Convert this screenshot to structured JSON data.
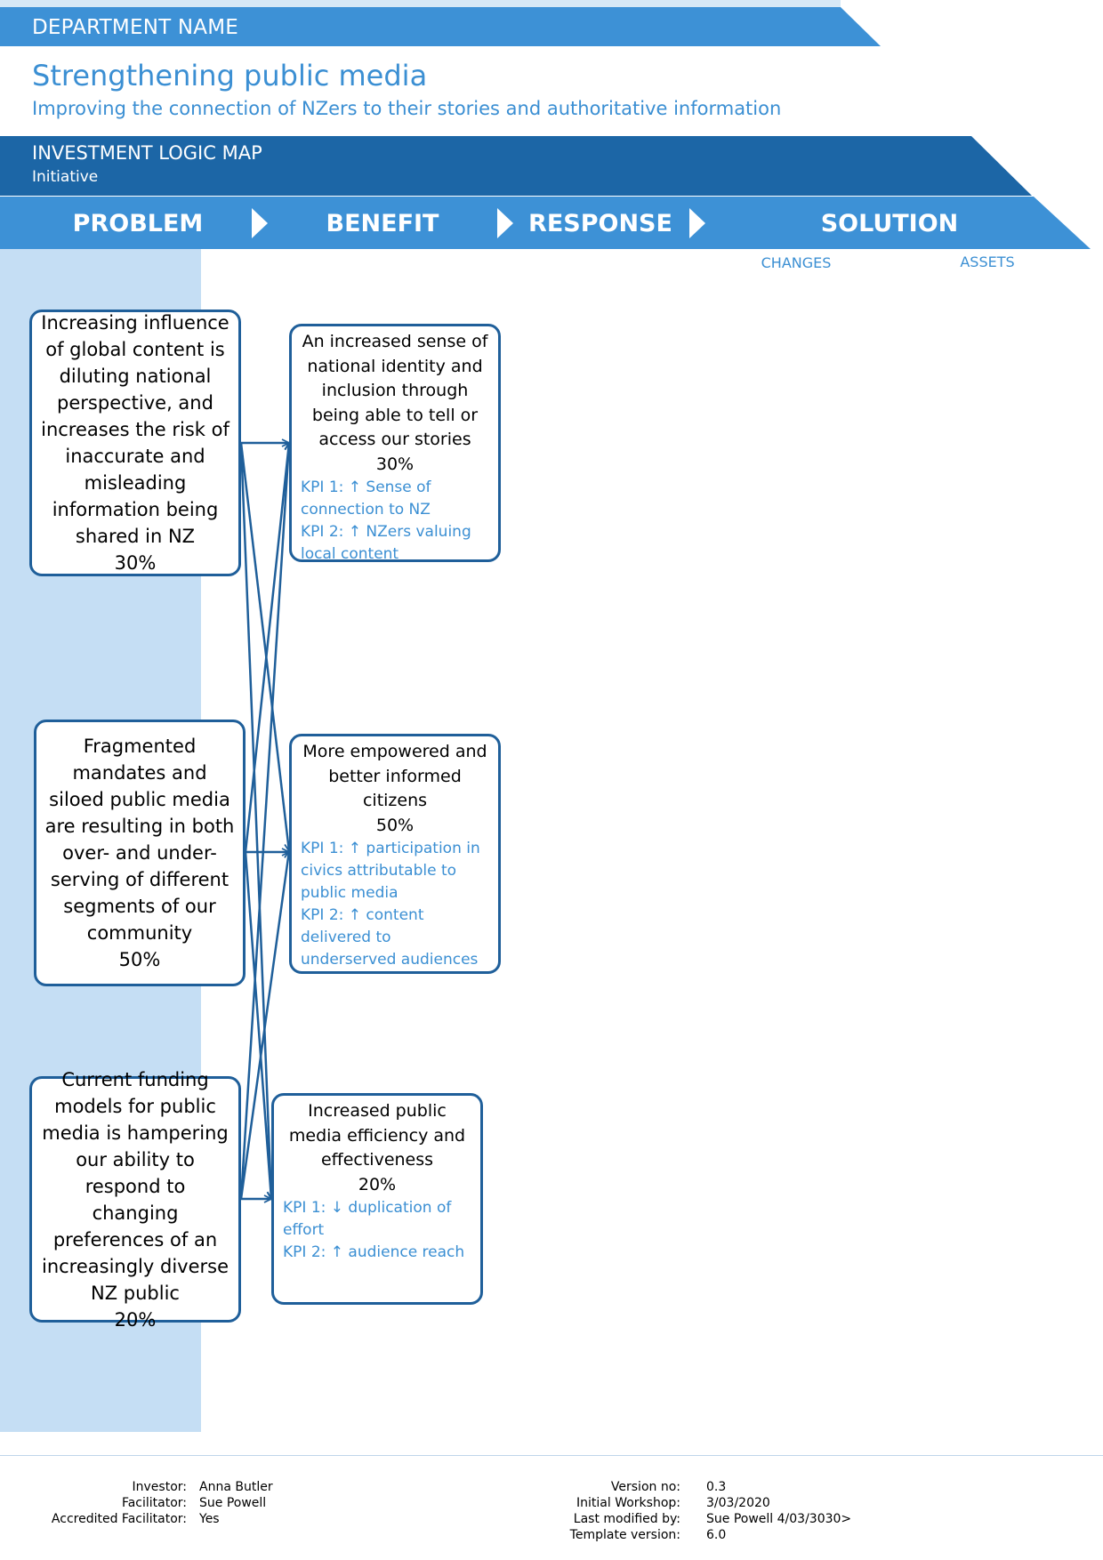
{
  "header": {
    "department": "DEPARTMENT NAME",
    "title": "Strengthening public media",
    "subtitle": "Improving the connection of NZers to their stories and authoritative information"
  },
  "ilm": {
    "label": "INVESTMENT LOGIC MAP",
    "sublabel": "Initiative"
  },
  "stages": {
    "problem": "PROBLEM",
    "benefit": "BENEFIT",
    "response": "RESPONSE",
    "solution": "SOLUTION",
    "changes": "CHANGES",
    "assets": "ASSETS"
  },
  "problems": [
    {
      "text": "Increasing influence of global content is diluting national perspective, and increases the risk of inaccurate and misleading information being shared in NZ",
      "weight": "30%"
    },
    {
      "text": "Fragmented mandates and siloed public media are resulting in both over- and under- serving of different segments of our community",
      "weight": "50%"
    },
    {
      "text": "Current funding models for public media is hampering our ability to respond to changing preferences of an increasingly diverse NZ public",
      "weight": "20%"
    }
  ],
  "benefits": [
    {
      "text": "An increased sense of national identity and inclusion through being able to tell or access our stories",
      "weight": "30%",
      "kpis": [
        "KPI 1: ↑ Sense of connection to NZ",
        "KPI 2: ↑ NZers valuing local content"
      ]
    },
    {
      "text": "More empowered and better informed citizens",
      "weight": "50%",
      "kpis": [
        "KPI 1: ↑ participation in civics attributable to public media",
        "KPI 2: ↑ content delivered to underserved audiences"
      ]
    },
    {
      "text": "Increased public media efficiency and effectiveness",
      "weight": "20%",
      "kpis": [
        "KPI 1: ↓ duplication of effort",
        "KPI 2: ↑ audience reach"
      ]
    }
  ],
  "footer": {
    "investor_label": "Investor:",
    "investor": "Anna Butler",
    "facilitator_label": "Facilitator:",
    "facilitator": "Sue Powell",
    "accredited_label": "Accredited Facilitator:",
    "accredited": "Yes",
    "version_label": "Version no:",
    "version": "0.3",
    "workshop_label": "Initial Workshop:",
    "workshop": "3/03/2020",
    "modified_label": "Last modified by:",
    "modified": "Sue Powell 4/03/3030>",
    "template_label": "Template version:",
    "template": "6.0"
  },
  "colors": {
    "band_light": "#d6e8f6",
    "band_mid": "#3d91d6",
    "band_dark": "#1c66a6",
    "problem_column": "#c5def4",
    "box_border": "#1f5f9a",
    "accent_text": "#3b8fd3"
  }
}
